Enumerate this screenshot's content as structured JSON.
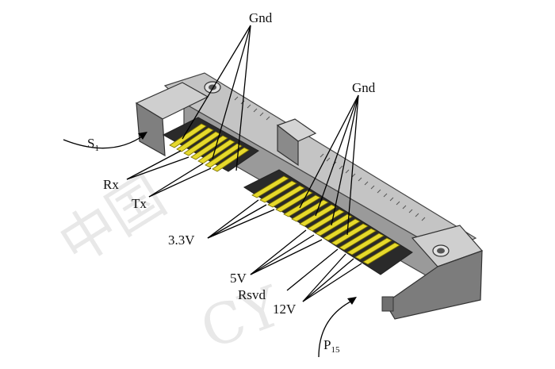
{
  "labels": {
    "gnd_top": "Gnd",
    "gnd_right": "Gnd",
    "s1_main": "S",
    "s1_sub": "1",
    "rx": "Rx",
    "tx": "Tx",
    "v33": "3.3V",
    "v5": "5V",
    "rsvd": "Rsvd",
    "v12": "12V",
    "p15_main": "P",
    "p15_sub": "15"
  },
  "watermark": {
    "chars": "中国",
    "latin": "CY"
  },
  "colors": {
    "housing_top": "#b9b9b9",
    "housing_front": "#8e8e8e",
    "housing_dark": "#5b5b5b",
    "pin": "#e6d92c",
    "pin_edge": "#7a6f00",
    "slot": "#2d2d2d"
  }
}
